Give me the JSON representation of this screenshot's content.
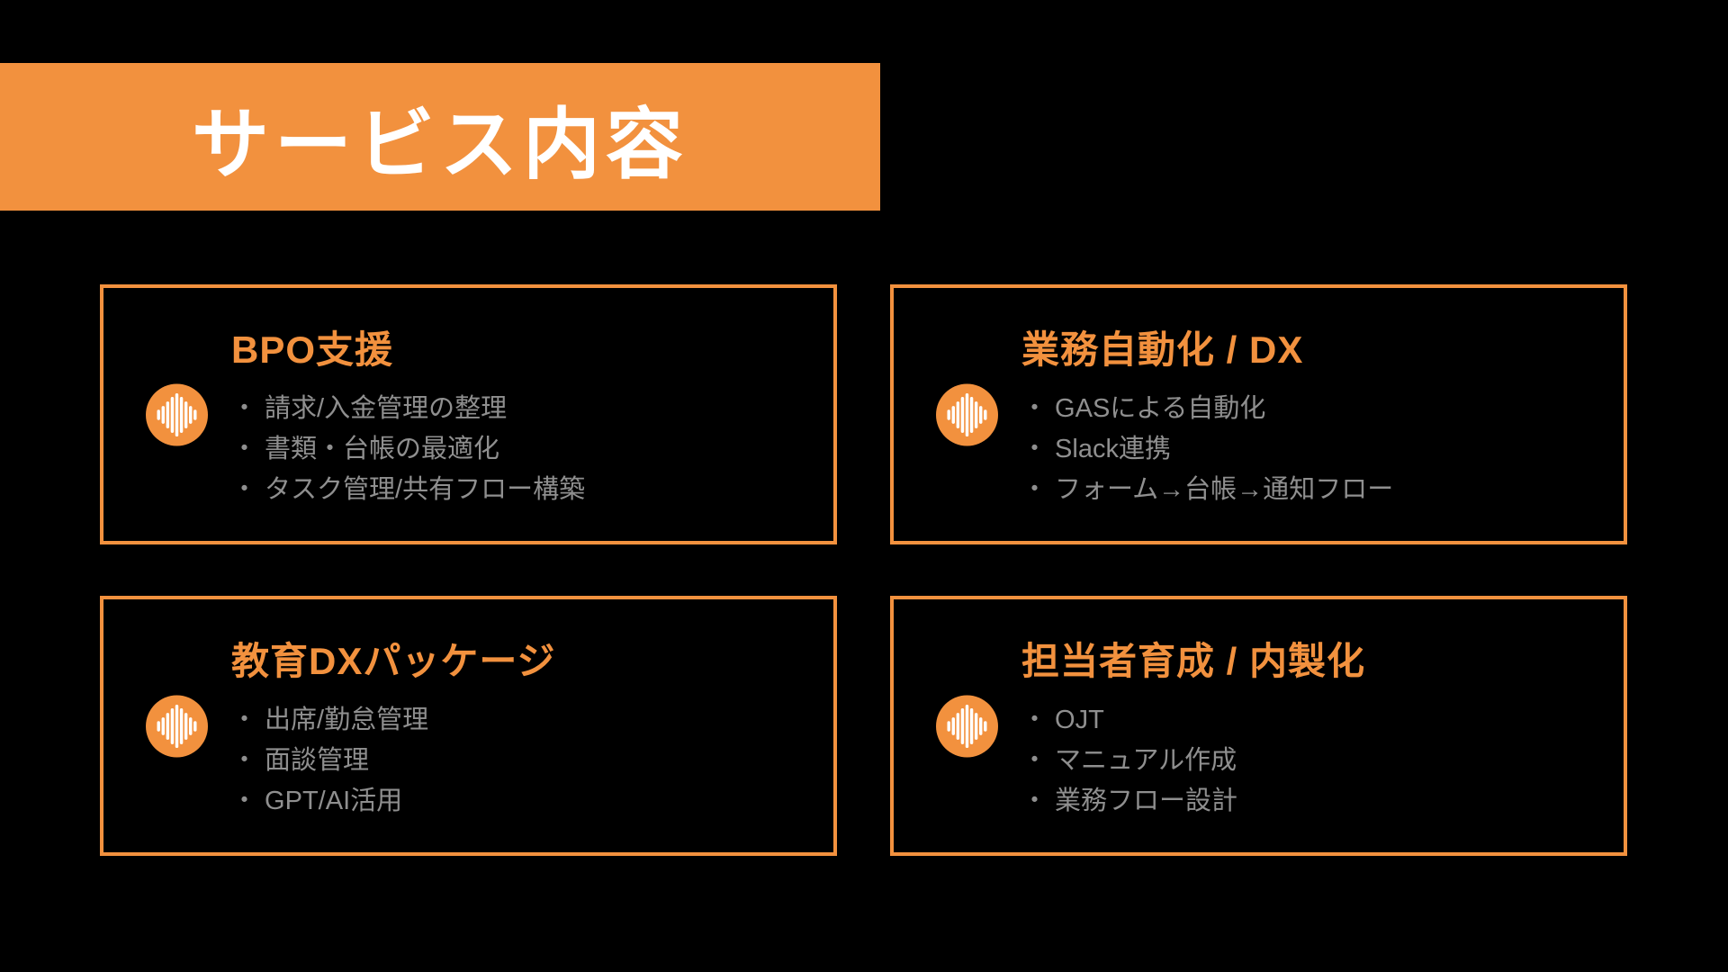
{
  "page": {
    "title_banner": "サービス内容",
    "colors": {
      "background": "#000000",
      "accent_orange": "#F2913E",
      "banner_text": "#FFFFFF",
      "card_border": "#F2913E",
      "card_title": "#F2913E",
      "bullet_text": "#8F8F8F",
      "icon_glyph": "#FFFFFF"
    }
  },
  "cards": [
    {
      "title": "BPO支援",
      "icon": "waveform-icon",
      "items": [
        "・ 請求/入金管理の整理",
        "・ 書類・台帳の最適化",
        "・ タスク管理/共有フロー構築"
      ]
    },
    {
      "title": "業務自動化 / DX",
      "icon": "waveform-icon",
      "items": [
        "・ GASによる自動化",
        "・ Slack連携",
        "・ フォーム→台帳→通知フロー"
      ]
    },
    {
      "title": "教育DXパッケージ",
      "icon": "waveform-icon",
      "items": [
        "・ 出席/勤怠管理",
        "・ 面談管理",
        "・ GPT/AI活用"
      ]
    },
    {
      "title": "担当者育成 / 内製化",
      "icon": "waveform-icon",
      "items": [
        "・ OJT",
        "・ マニュアル作成",
        "・ 業務フロー設計"
      ]
    }
  ]
}
